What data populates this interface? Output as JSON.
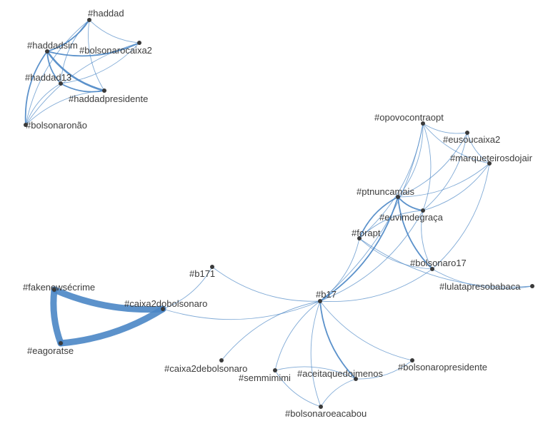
{
  "graph": {
    "nodes": [
      {
        "id": "haddad",
        "label": "#haddad"
      },
      {
        "id": "haddadsim",
        "label": "#haddadsim"
      },
      {
        "id": "bolsonarocaixa2",
        "label": "#bolsonarocaixa2"
      },
      {
        "id": "haddad13",
        "label": "#haddad13"
      },
      {
        "id": "haddadpresidente",
        "label": "#haddadpresidente"
      },
      {
        "id": "bolsonaronao",
        "label": "#bolsonaronão"
      },
      {
        "id": "opovocontraopt",
        "label": "#opovocontraopt"
      },
      {
        "id": "eusoucaixa2",
        "label": "#eusoucaixa2"
      },
      {
        "id": "marqueteirosdojair",
        "label": "#marqueteirosdojair"
      },
      {
        "id": "ptnuncamais",
        "label": "#ptnuncamais"
      },
      {
        "id": "euvimdegraca",
        "label": "#euvimdegraça"
      },
      {
        "id": "forapt",
        "label": "#forapt"
      },
      {
        "id": "bolsonaro17",
        "label": "#bolsonaro17"
      },
      {
        "id": "lulatapresobabaca",
        "label": "#lulatapresobabaca"
      },
      {
        "id": "b171",
        "label": "#b171"
      },
      {
        "id": "fakenewsecrime",
        "label": "#fakenewsécrime"
      },
      {
        "id": "caixa2dobolsonaro",
        "label": "#caixa2dobolsonaro"
      },
      {
        "id": "b17",
        "label": "#b17"
      },
      {
        "id": "eagoratse",
        "label": "#eagoratse"
      },
      {
        "id": "caixa2debolsonaro",
        "label": "#caixa2debolsonaro"
      },
      {
        "id": "aceitaquedoimenos",
        "label": "#aceitaquedoimenos"
      },
      {
        "id": "bolsonaropresidente",
        "label": "#bolsonaropresidente"
      },
      {
        "id": "semmimimi",
        "label": "#semmimimi"
      },
      {
        "id": "bolsonaroeacabou",
        "label": "#bolsonaroeacabou"
      }
    ],
    "edges": [
      {
        "source": "haddadsim",
        "target": "haddad",
        "weight": 2
      },
      {
        "source": "haddadsim",
        "target": "bolsonarocaixa2",
        "weight": 2
      },
      {
        "source": "haddadsim",
        "target": "haddad13",
        "weight": 2
      },
      {
        "source": "haddadsim",
        "target": "haddadpresidente",
        "weight": 3
      },
      {
        "source": "haddadsim",
        "target": "bolsonaronao",
        "weight": 2
      },
      {
        "source": "haddad",
        "target": "bolsonarocaixa2",
        "weight": 1
      },
      {
        "source": "haddad",
        "target": "haddad13",
        "weight": 1
      },
      {
        "source": "haddad",
        "target": "haddadpresidente",
        "weight": 1
      },
      {
        "source": "haddad",
        "target": "bolsonaronao",
        "weight": 1
      },
      {
        "source": "haddad13",
        "target": "bolsonarocaixa2",
        "weight": 1
      },
      {
        "source": "haddad13",
        "target": "haddadpresidente",
        "weight": 2
      },
      {
        "source": "haddad13",
        "target": "bolsonaronao",
        "weight": 1
      },
      {
        "source": "haddadpresidente",
        "target": "bolsonaronao",
        "weight": 1
      },
      {
        "source": "bolsonarocaixa2",
        "target": "bolsonaronao",
        "weight": 1
      },
      {
        "source": "fakenewsecrime",
        "target": "caixa2dobolsonaro",
        "weight": 9
      },
      {
        "source": "fakenewsecrime",
        "target": "eagoratse",
        "weight": 10
      },
      {
        "source": "eagoratse",
        "target": "caixa2dobolsonaro",
        "weight": 9
      },
      {
        "source": "caixa2dobolsonaro",
        "target": "b171",
        "weight": 1
      },
      {
        "source": "caixa2dobolsonaro",
        "target": "b17",
        "weight": 1
      },
      {
        "source": "b171",
        "target": "b17",
        "weight": 1
      },
      {
        "source": "b17",
        "target": "caixa2debolsonaro",
        "weight": 1
      },
      {
        "source": "b17",
        "target": "aceitaquedoimenos",
        "weight": 2
      },
      {
        "source": "b17",
        "target": "bolsonaropresidente",
        "weight": 1
      },
      {
        "source": "b17",
        "target": "semmimimi",
        "weight": 1
      },
      {
        "source": "b17",
        "target": "bolsonaroeacabou",
        "weight": 1
      },
      {
        "source": "b17",
        "target": "forapt",
        "weight": 1
      },
      {
        "source": "b17",
        "target": "ptnuncamais",
        "weight": 2
      },
      {
        "source": "b17",
        "target": "euvimdegraca",
        "weight": 1
      },
      {
        "source": "b17",
        "target": "bolsonaro17",
        "weight": 1
      },
      {
        "source": "b17",
        "target": "opovocontraopt",
        "weight": 1
      },
      {
        "source": "aceitaquedoimenos",
        "target": "semmimimi",
        "weight": 1
      },
      {
        "source": "aceitaquedoimenos",
        "target": "bolsonaroeacabou",
        "weight": 1
      },
      {
        "source": "aceitaquedoimenos",
        "target": "bolsonaropresidente",
        "weight": 1
      },
      {
        "source": "semmimimi",
        "target": "bolsonaroeacabou",
        "weight": 1
      },
      {
        "source": "ptnuncamais",
        "target": "forapt",
        "weight": 2
      },
      {
        "source": "ptnuncamais",
        "target": "euvimdegraca",
        "weight": 2
      },
      {
        "source": "ptnuncamais",
        "target": "bolsonaro17",
        "weight": 2
      },
      {
        "source": "ptnuncamais",
        "target": "opovocontraopt",
        "weight": 1
      },
      {
        "source": "ptnuncamais",
        "target": "eusoucaixa2",
        "weight": 1
      },
      {
        "source": "ptnuncamais",
        "target": "marqueteirosdojair",
        "weight": 1
      },
      {
        "source": "euvimdegraca",
        "target": "opovocontraopt",
        "weight": 1
      },
      {
        "source": "euvimdegraca",
        "target": "eusoucaixa2",
        "weight": 1
      },
      {
        "source": "euvimdegraca",
        "target": "marqueteirosdojair",
        "weight": 1
      },
      {
        "source": "euvimdegraca",
        "target": "bolsonaro17",
        "weight": 1
      },
      {
        "source": "euvimdegraca",
        "target": "forapt",
        "weight": 1
      },
      {
        "source": "opovocontraopt",
        "target": "eusoucaixa2",
        "weight": 1
      },
      {
        "source": "opovocontraopt",
        "target": "marqueteirosdojair",
        "weight": 1
      },
      {
        "source": "eusoucaixa2",
        "target": "marqueteirosdojair",
        "weight": 1
      },
      {
        "source": "forapt",
        "target": "bolsonaro17",
        "weight": 1
      },
      {
        "source": "forapt",
        "target": "opovocontraopt",
        "weight": 1
      },
      {
        "source": "forapt",
        "target": "lulatapresobabaca",
        "weight": 1
      },
      {
        "source": "bolsonaro17",
        "target": "marqueteirosdojair",
        "weight": 1
      },
      {
        "source": "bolsonaro17",
        "target": "lulatapresobabaca",
        "weight": 1
      }
    ]
  }
}
